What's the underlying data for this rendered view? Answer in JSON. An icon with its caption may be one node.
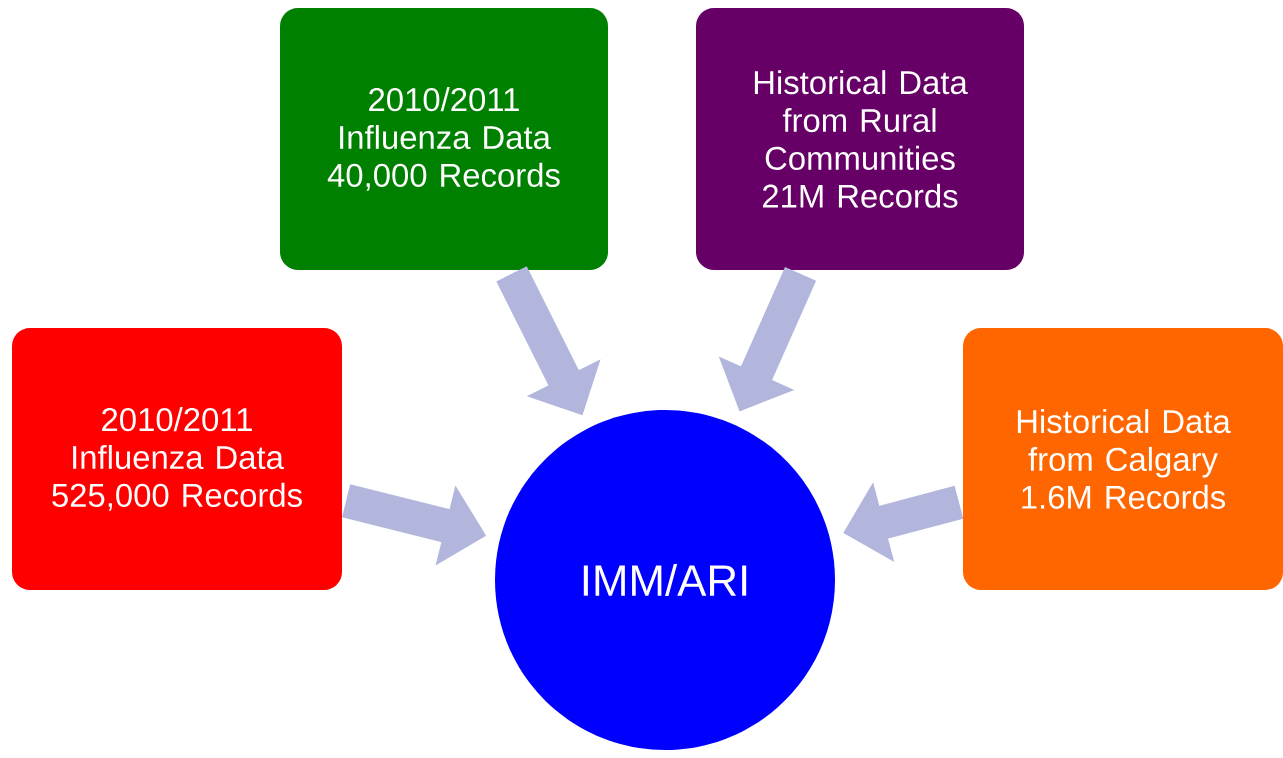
{
  "diagram": {
    "nodes": [
      {
        "text": [
          "2010/2011 Influenza Data 525,000 Records"
        ]
      },
      {
        "text": [
          "2010/2011 Influenza Data 40,000 Records"
        ]
      },
      {
        "text": [
          "Historical Data from Rural Communities 21M Records"
        ]
      },
      {
        "text": [
          "Historical Data from Calgary 1.6M Records"
        ]
      },
      {
        "text": [
          "IMM/ARI"
        ]
      }
    ],
    "edges": [
      {
        "from": 0,
        "to": 4,
        "arrow": "to"
      },
      {
        "from": 1,
        "to": 4,
        "arrow": "to"
      },
      {
        "from": 2,
        "to": 4,
        "arrow": "to"
      },
      {
        "from": 3,
        "to": 4,
        "arrow": "to"
      }
    ]
  }
}
